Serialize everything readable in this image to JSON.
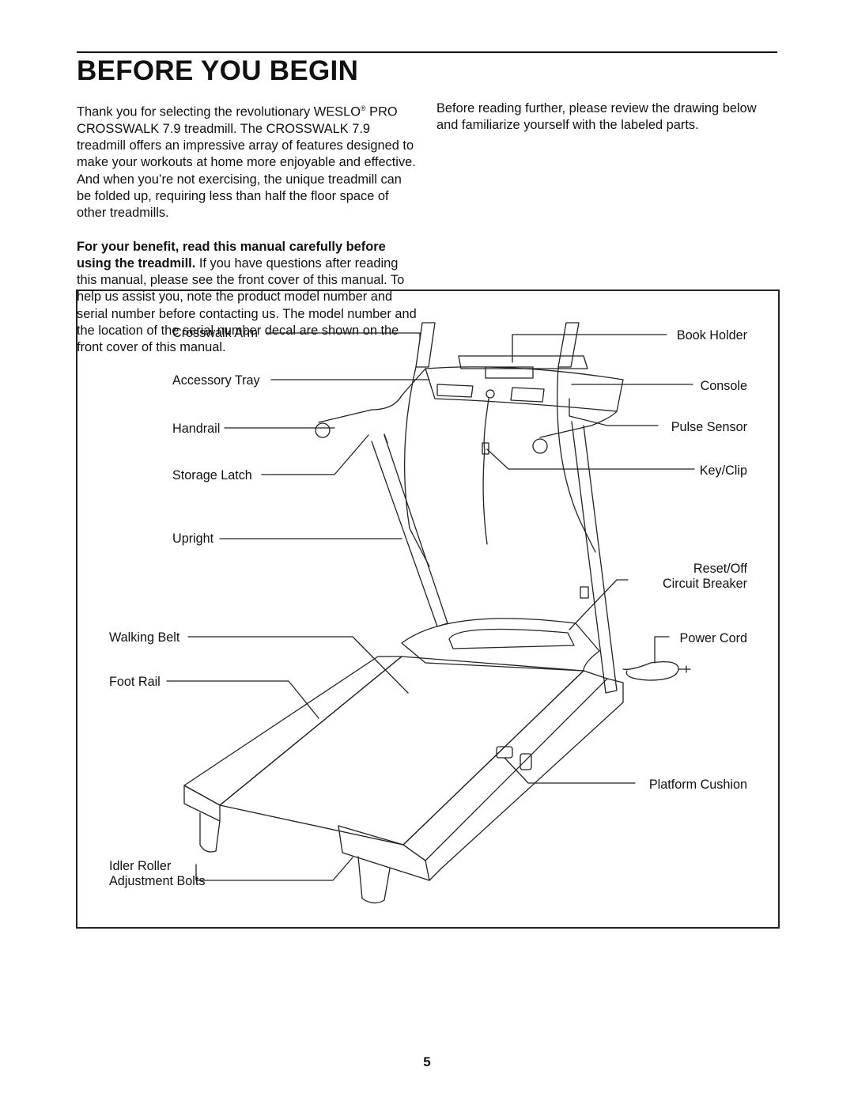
{
  "page": {
    "title": "BEFORE YOU BEGIN",
    "page_number": "5"
  },
  "intro": {
    "p1_part1": "Thank you for selecting the revolutionary WESLO",
    "p1_reg": "®",
    "p1_part2": " PRO CROSSWALK 7.9 treadmill. The CROSSWALK 7.9 treadmill offers an impressive array of features designed to make your workouts at home more enjoyable and effective. And when you’re not exercising, the unique treadmill can be folded up, requiring less than half the floor space of other treadmills.",
    "p2_bold": "For your benefit, read this manual carefully before using the treadmill.",
    "p2_rest": " If you have questions after reading this manual, please see the front cover of this manual. To help us assist you, note the product model number and serial number before contacting us. The model number and the location of the serial number decal are shown on the front cover of this manual.",
    "p3": "Before reading further, please review the drawing below and familiarize yourself with the labeled parts."
  },
  "diagram": {
    "labels": {
      "crosswalk_arm": "Crosswalk Arm",
      "accessory_tray": "Accessory Tray",
      "handrail": "Handrail",
      "storage_latch": "Storage Latch",
      "upright": "Upright",
      "walking_belt": "Walking Belt",
      "foot_rail": "Foot Rail",
      "idler_roller": "Idler Roller",
      "adjustment_bolts": "Adjustment Bolts",
      "book_holder": "Book Holder",
      "console": "Console",
      "pulse_sensor": "Pulse Sensor",
      "key_clip": "Key/Clip",
      "reset_off": "Reset/Off",
      "circuit_breaker": "Circuit Breaker",
      "power_cord": "Power Cord",
      "platform_cushion": "Platform Cushion"
    }
  }
}
